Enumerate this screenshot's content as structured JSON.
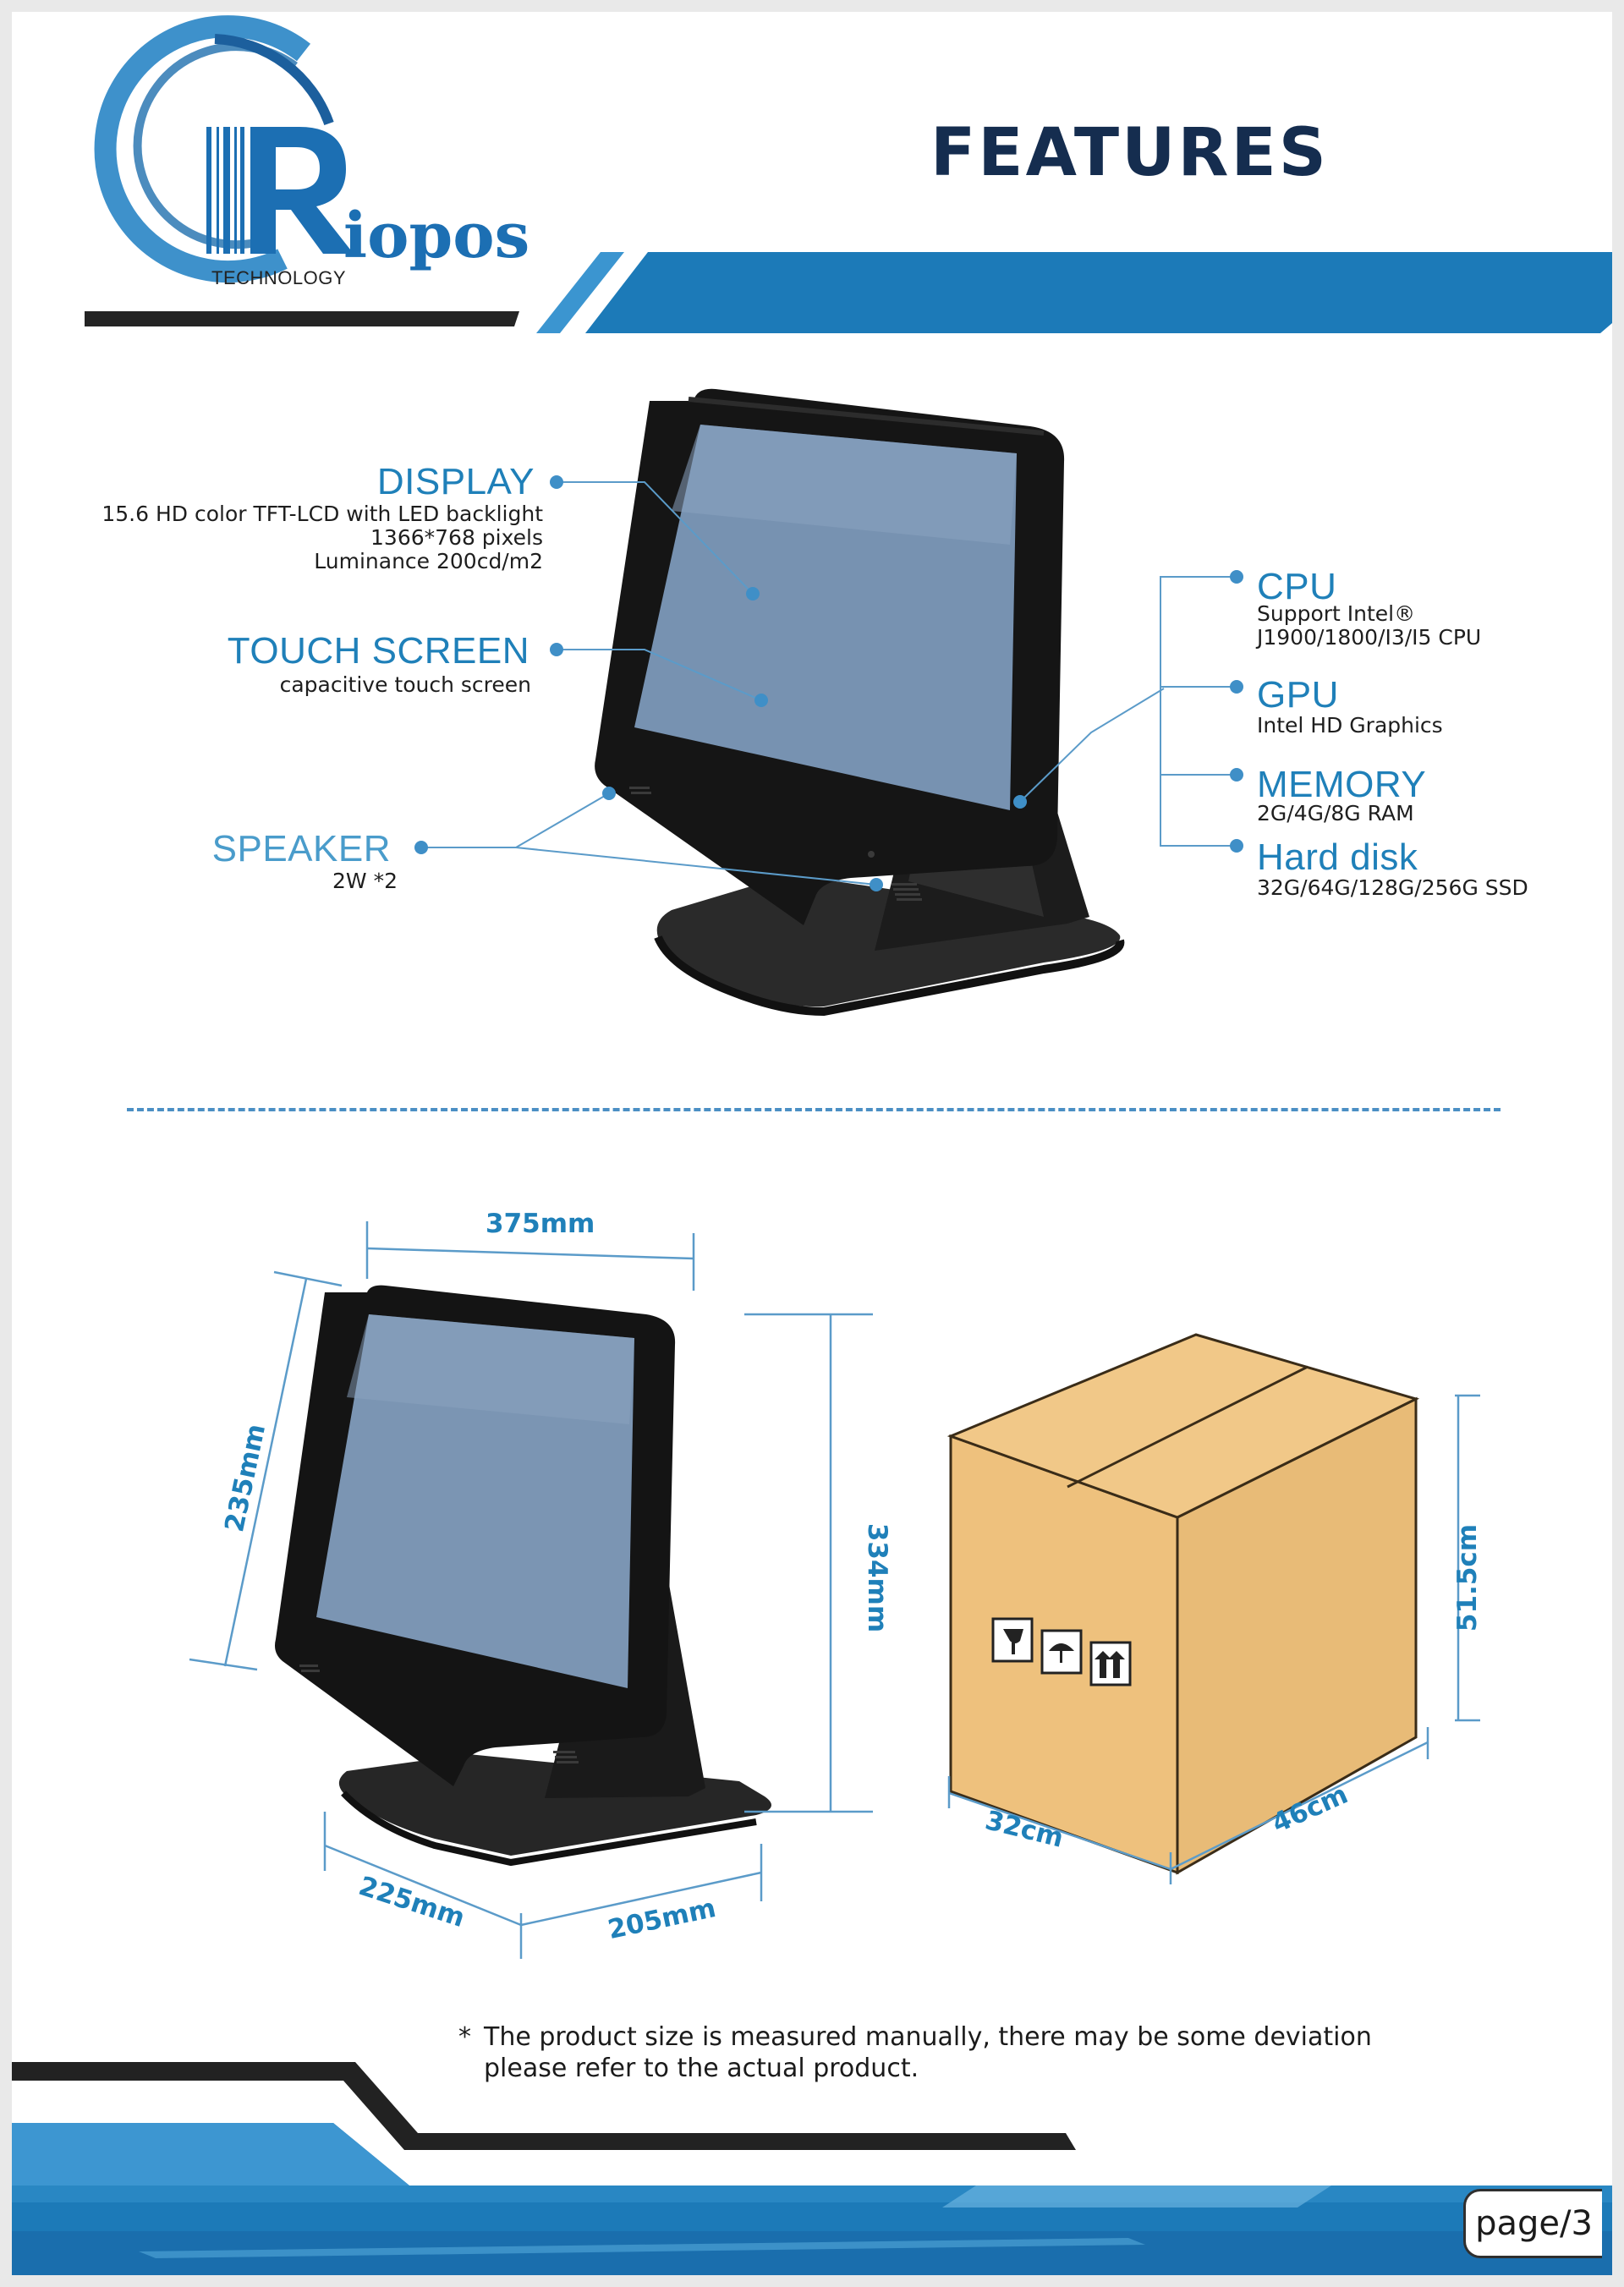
{
  "logo": {
    "text": "iopos",
    "subtext": "TECHNOLOGY"
  },
  "header": {
    "title": "FEATURES"
  },
  "features_left": [
    {
      "heading": "DISPLAY",
      "lines": [
        "15.6 HD color TFT-LCD with LED backlight",
        "1366*768 pixels",
        "Luminance 200cd/m2"
      ]
    },
    {
      "heading": "TOUCH SCREEN",
      "lines": [
        "capacitive touch screen"
      ]
    },
    {
      "heading": "SPEAKER",
      "lines": [
        "2W *2"
      ]
    }
  ],
  "features_right": [
    {
      "heading": "CPU",
      "lines": [
        "Support Intel®",
        "J1900/1800/I3/I5 CPU"
      ]
    },
    {
      "heading": "GPU",
      "lines": [
        "Intel HD Graphics"
      ]
    },
    {
      "heading": "MEMORY",
      "lines": [
        "2G/4G/8G RAM"
      ]
    },
    {
      "heading": "Hard disk",
      "lines": [
        "32G/64G/128G/256G SSD"
      ]
    }
  ],
  "dimensions": {
    "width": "375mm",
    "screen_height": "235mm",
    "total_height": "334mm",
    "base_left": "225mm",
    "base_right": "205mm",
    "box_width": "32cm",
    "box_depth": "46cm",
    "box_height": "51.5cm"
  },
  "note": {
    "star": "*",
    "lines": [
      "The product size is measured manually, there may be some deviation",
      "please refer to the actual product."
    ]
  },
  "footer": {
    "page": "page/3"
  },
  "colors": {
    "accent": "#1f80b9",
    "navy": "#152d4f",
    "box": "#eec17d",
    "dark": "#222222"
  }
}
